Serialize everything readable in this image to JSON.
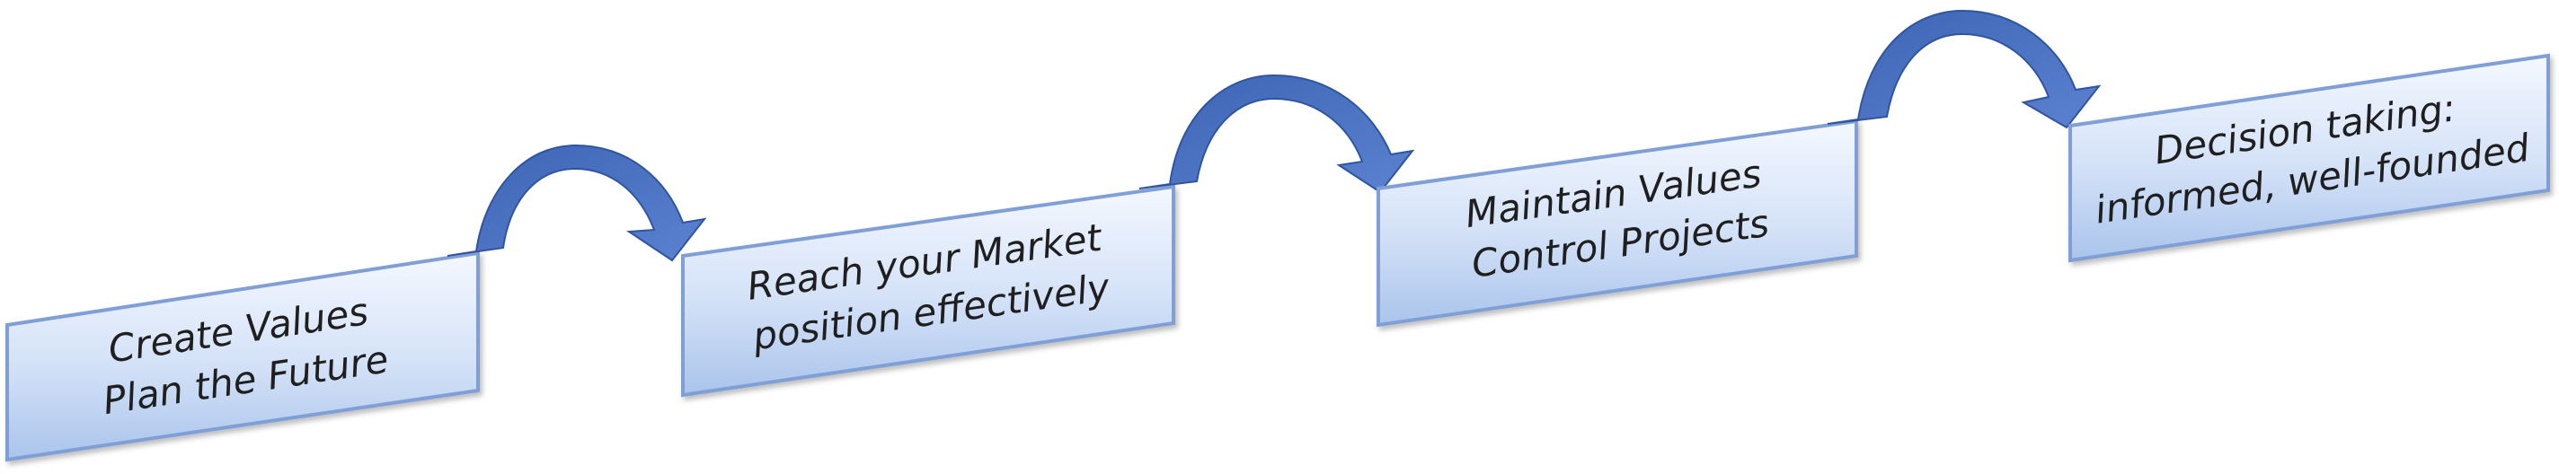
{
  "steps": [
    {
      "line1": "Create Values",
      "line2": "Plan the Future"
    },
    {
      "line1": "Reach your Market",
      "line2": "position effectively"
    },
    {
      "line1": "Maintain Values",
      "line2": "Control Projects"
    },
    {
      "line1": "Decision taking:",
      "line2": "informed, well-founded"
    }
  ],
  "colors": {
    "box_fill_top": "#f4f8ff",
    "box_fill_bottom": "#aac4ec",
    "box_border": "#7f9fd6",
    "arrow": "#4a72c4",
    "arrow_dark": "#2f54a0",
    "text": "#1f1f1f"
  },
  "icons": [
    "curved-arrow-icon"
  ]
}
